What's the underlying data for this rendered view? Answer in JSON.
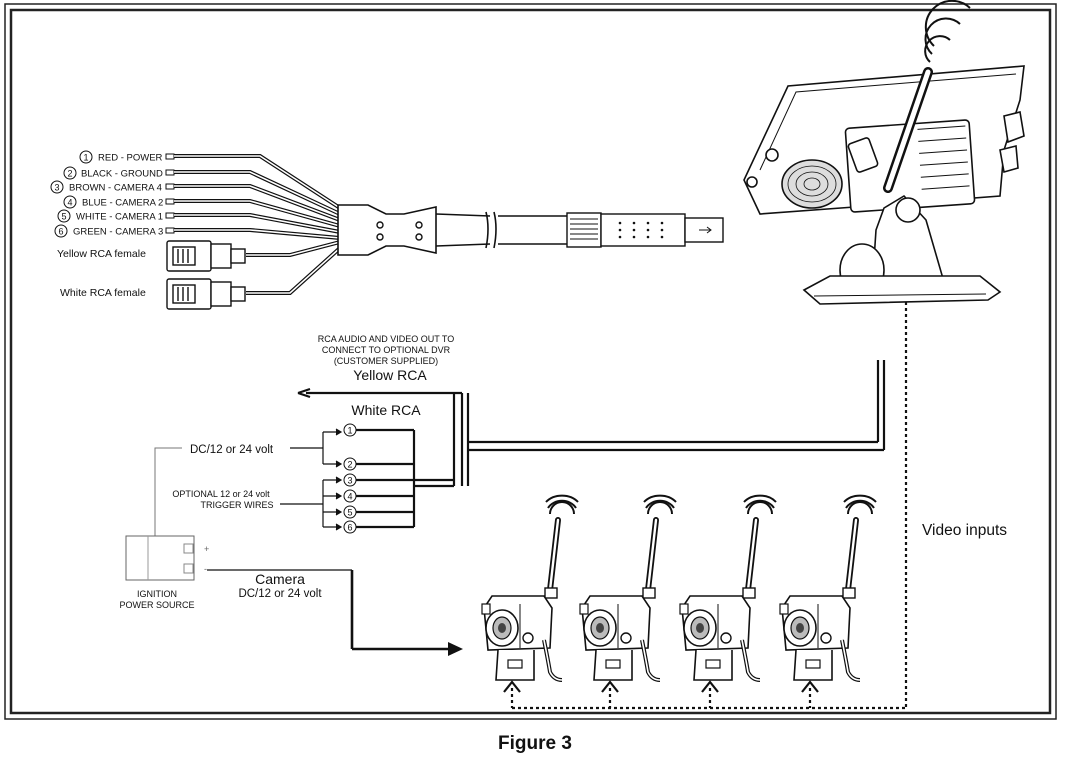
{
  "wire_labels": {
    "w1": "RED - POWER",
    "w2": "BLACK - GROUND",
    "w3": "BROWN - CAMERA 4",
    "w4": "BLUE - CAMERA 2",
    "w5": "WHITE - CAMERA 1",
    "w6": "GREEN - CAMERA 3"
  },
  "wire_numbers": [
    "1",
    "2",
    "3",
    "4",
    "5",
    "6"
  ],
  "rca": {
    "yellow_female": "Yellow RCA female",
    "white_female": "White RCA female"
  },
  "dvr_note": {
    "line1": "RCA AUDIO AND VIDEO OUT TO",
    "line2": "CONNECT TO OPTIONAL DVR",
    "line3": "(CUSTOMER SUPPLIED)"
  },
  "rca_out": {
    "yellow": "Yellow RCA",
    "white": "White RCA"
  },
  "power_label": "DC/12 or 24 volt",
  "trigger": {
    "line1": "OPTIONAL 12  or 24 volt",
    "line2": "TRIGGER WIRES"
  },
  "ignition": {
    "line1": "IGNITION",
    "line2": "POWER SOURCE",
    "plus": "+",
    "minus": "-"
  },
  "camera_power": {
    "line1": "Camera",
    "line2": "DC/12 or 24 volt"
  },
  "video_inputs": "Video inputs",
  "caption": "Figure 3"
}
